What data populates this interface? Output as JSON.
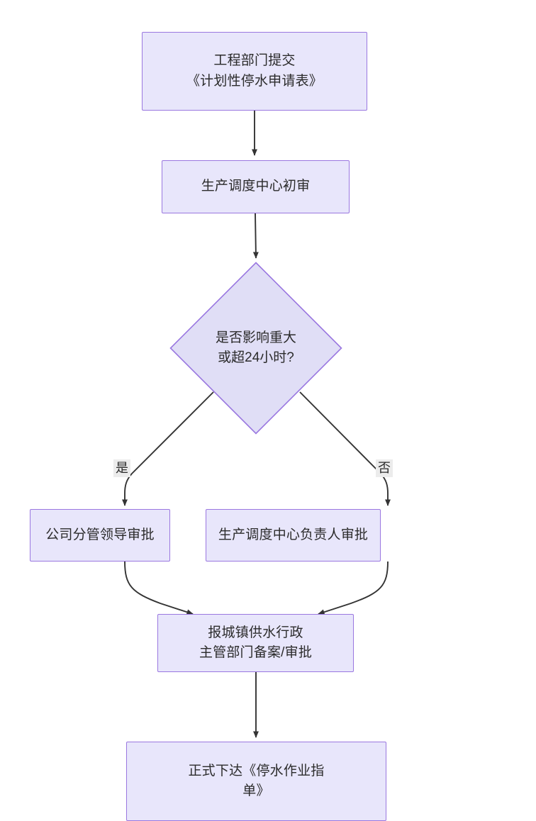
{
  "diagram": {
    "type": "flowchart",
    "direction": "top-to-bottom",
    "title": "",
    "theme": {
      "node_fill": "#e8e6fb",
      "node_border": "#9a77e0",
      "node_text": "#2b2b2b",
      "edge_stroke": "#333333",
      "edge_label_bg": "#ececec",
      "canvas_bg": "#ffffff"
    },
    "nodes": [
      {
        "id": "submit",
        "shape": "rect",
        "label": "工程部门提交\n《计划性停水申请表》"
      },
      {
        "id": "first-review",
        "shape": "rect",
        "label": "生产调度中心初审"
      },
      {
        "id": "decision",
        "shape": "diamond",
        "label": "是否影响重大\n或超24小时?"
      },
      {
        "id": "company-leader-approval",
        "shape": "rect",
        "label": "公司分管领导审批"
      },
      {
        "id": "dispatch-head-approval",
        "shape": "rect",
        "label": "生产调度中心负责人审批"
      },
      {
        "id": "government-filing",
        "shape": "rect",
        "label": "报城镇供水行政\n主管部门备案/审批"
      },
      {
        "id": "issue-order",
        "shape": "rect",
        "label": "正式下达《停水作业指\n单》"
      }
    ],
    "edges": [
      {
        "id": "e1",
        "from": "submit",
        "to": "first-review",
        "label": ""
      },
      {
        "id": "e2",
        "from": "first-review",
        "to": "decision",
        "label": ""
      },
      {
        "id": "e3",
        "from": "decision",
        "to": "company-leader-approval",
        "label": "是"
      },
      {
        "id": "e4",
        "from": "decision",
        "to": "dispatch-head-approval",
        "label": "否"
      },
      {
        "id": "e5",
        "from": "company-leader-approval",
        "to": "government-filing",
        "label": ""
      },
      {
        "id": "e6",
        "from": "dispatch-head-approval",
        "to": "government-filing",
        "label": ""
      },
      {
        "id": "e7",
        "from": "government-filing",
        "to": "issue-order",
        "label": ""
      }
    ]
  }
}
